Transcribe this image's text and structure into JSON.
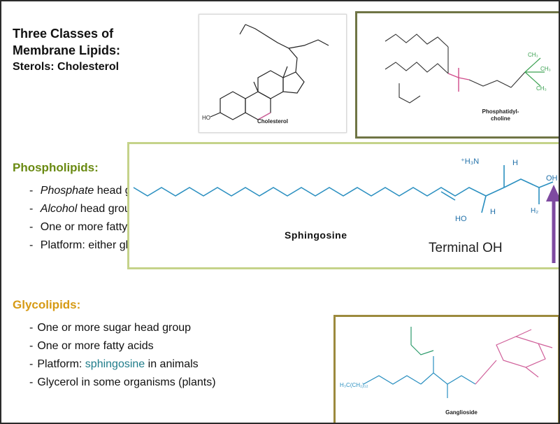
{
  "title": {
    "line1": "Three Classes of",
    "line2": "Membrane Lipids:",
    "line3": "Sterols: Cholesterol"
  },
  "structures": {
    "cholesterol": {
      "caption": "Cholesterol"
    },
    "phosphatidylcholine": {
      "caption_line1": "Phosphatidyl-",
      "caption_line2": "choline"
    },
    "sphingosine": {
      "caption": "Sphingosine",
      "annotation": "Terminal OH",
      "labels": {
        "nh3": "⁺H₃N",
        "h_top": "H",
        "h_mid": "H",
        "ho": "HO",
        "oh": "OH",
        "h2": "H₂"
      }
    },
    "ganglioside": {
      "caption": "Ganglioside"
    }
  },
  "phospholipids": {
    "heading": "Phospholipids:",
    "items": [
      {
        "pre": "- ",
        "em": "Phosphate",
        "rest": " head group"
      },
      {
        "pre": "- ",
        "em": "Alcohol",
        "rest": " head group"
      },
      {
        "pre": "- ",
        "em": "",
        "rest": "One or more fatty acids"
      },
      {
        "pre": "- ",
        "em": "",
        "rest": "Platform: either glycerol or sphingosine"
      }
    ]
  },
  "glycolipids": {
    "heading": "Glycolipids:",
    "items": [
      "One or more sugar head group",
      "One or more fatty acids",
      "Glycerol in some organisms (plants)"
    ],
    "platform_item": {
      "prefix": "Platform: ",
      "highlight": "sphingosine",
      "suffix": " in animals"
    }
  },
  "colors": {
    "phospholipid_heading": "#6a8a12",
    "glycolipid_heading": "#d69a14",
    "highlight": "#1f7c8a",
    "sphingosine_chain": "#2a8fc0",
    "arrow": "#7e4aa0",
    "phosphate": "#d04a8a",
    "sugar": "#d0609a",
    "choline": "#3aa050"
  }
}
